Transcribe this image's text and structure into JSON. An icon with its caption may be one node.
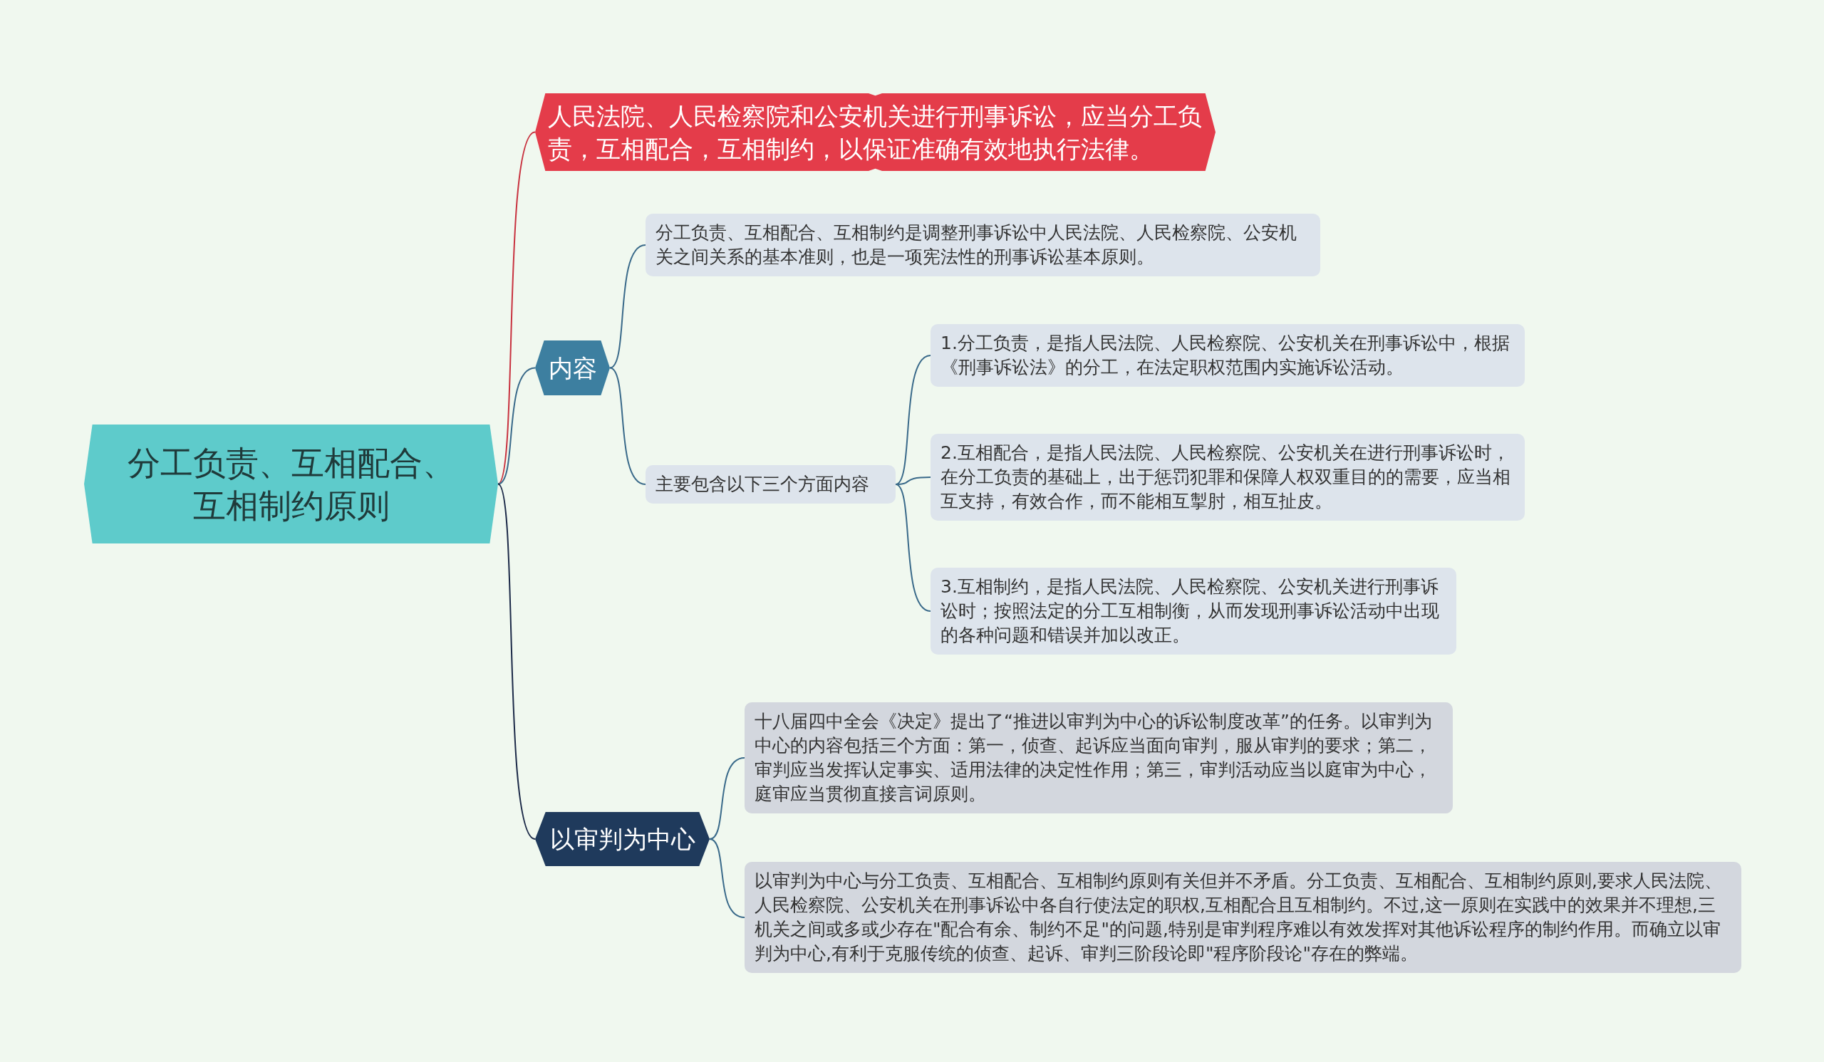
{
  "diagram": {
    "nodes": [
      {
        "text": [
          "分工负责、互相配合、互相制约原则"
        ]
      },
      {
        "text": [
          "人民法院、人民检察院和公安机关进行刑事诉讼，应当分工负责，互相配合，互相制约，以保证准确有效地执行法律。"
        ]
      },
      {
        "text": [
          "内容"
        ]
      },
      {
        "text": [
          "分工负责、互相配合、互相制约是调整刑事诉讼中人民法院、人民检察院、公安机关之间关系的基本准则，也是一项宪法性的刑事诉讼基本原则。"
        ]
      },
      {
        "text": [
          "主要包含以下三个方面内容"
        ]
      },
      {
        "text": [
          "1.分工负责，是指人民法院、人民检察院、公安机关在刑事诉讼中，根据《刑事诉讼法》的分工，在法定职权范围内实施诉讼活动。"
        ]
      },
      {
        "text": [
          "2.互相配合，是指人民法院、人民检察院、公安机关在进行刑事诉讼时，在分工负责的基础上，出于惩罚犯罪和保障人权双重目的的需要，应当相互支持，有效合作，而不能相互掣肘，相互扯皮。"
        ]
      },
      {
        "text": [
          "3.互相制约，是指人民法院、人民检察院、公安机关进行刑事诉讼时；按照法定的分工互相制衡，从而发现刑事诉讼活动中出现的各种问题和错误并加以改正。"
        ]
      },
      {
        "text": [
          "以审判为中心"
        ]
      },
      {
        "text": [
          "十八届四中全会《决定》提出了“推进以审判为中心的诉讼制度改革”的任务。以审判为中心的内容包括三个方面：第一，侦查、起诉应当面向审判，服从审判的要求；第二，审判应当发挥认定事实、适用法律的决定性作用；第三，审判活动应当以庭审为中心，庭审应当贯彻直接言词原则。"
        ]
      },
      {
        "text": [
          "以审判为中心与分工负责、互相配合、互相制约原则有关但并不矛盾。分工负责、互相配合、互相制约原则,要求人民法院、人民检察院、公安机关在刑事诉讼中各自行使法定的职权,互相配合且互相制约。不过,这一原则在实践中的效果并不理想,三机关之间或多或少存在\"配合有余、制约不足\"的问题,特别是审判程序难以有效发挥对其他诉讼程序的制约作用。而确立以审判为中心,有利于克服传统的侦查、起诉、审判三阶段论即\"程序阶段论\"存在的弊端。"
        ]
      }
    ],
    "edges": [
      {
        "from": 0,
        "to": 1,
        "arrow": "none",
        "color": "#c8323f"
      },
      {
        "from": 0,
        "to": 2,
        "arrow": "none"
      },
      {
        "from": 0,
        "to": 8,
        "arrow": "none",
        "color": "#1c2a48"
      },
      {
        "from": 2,
        "to": 3,
        "arrow": "none"
      },
      {
        "from": 2,
        "to": 4,
        "arrow": "none"
      },
      {
        "from": 4,
        "to": 5,
        "arrow": "none"
      },
      {
        "from": 4,
        "to": 6,
        "arrow": "none"
      },
      {
        "from": 4,
        "to": 7,
        "arrow": "none"
      },
      {
        "from": 8,
        "to": 9,
        "arrow": "none"
      },
      {
        "from": 8,
        "to": 10,
        "arrow": "none"
      }
    ]
  }
}
